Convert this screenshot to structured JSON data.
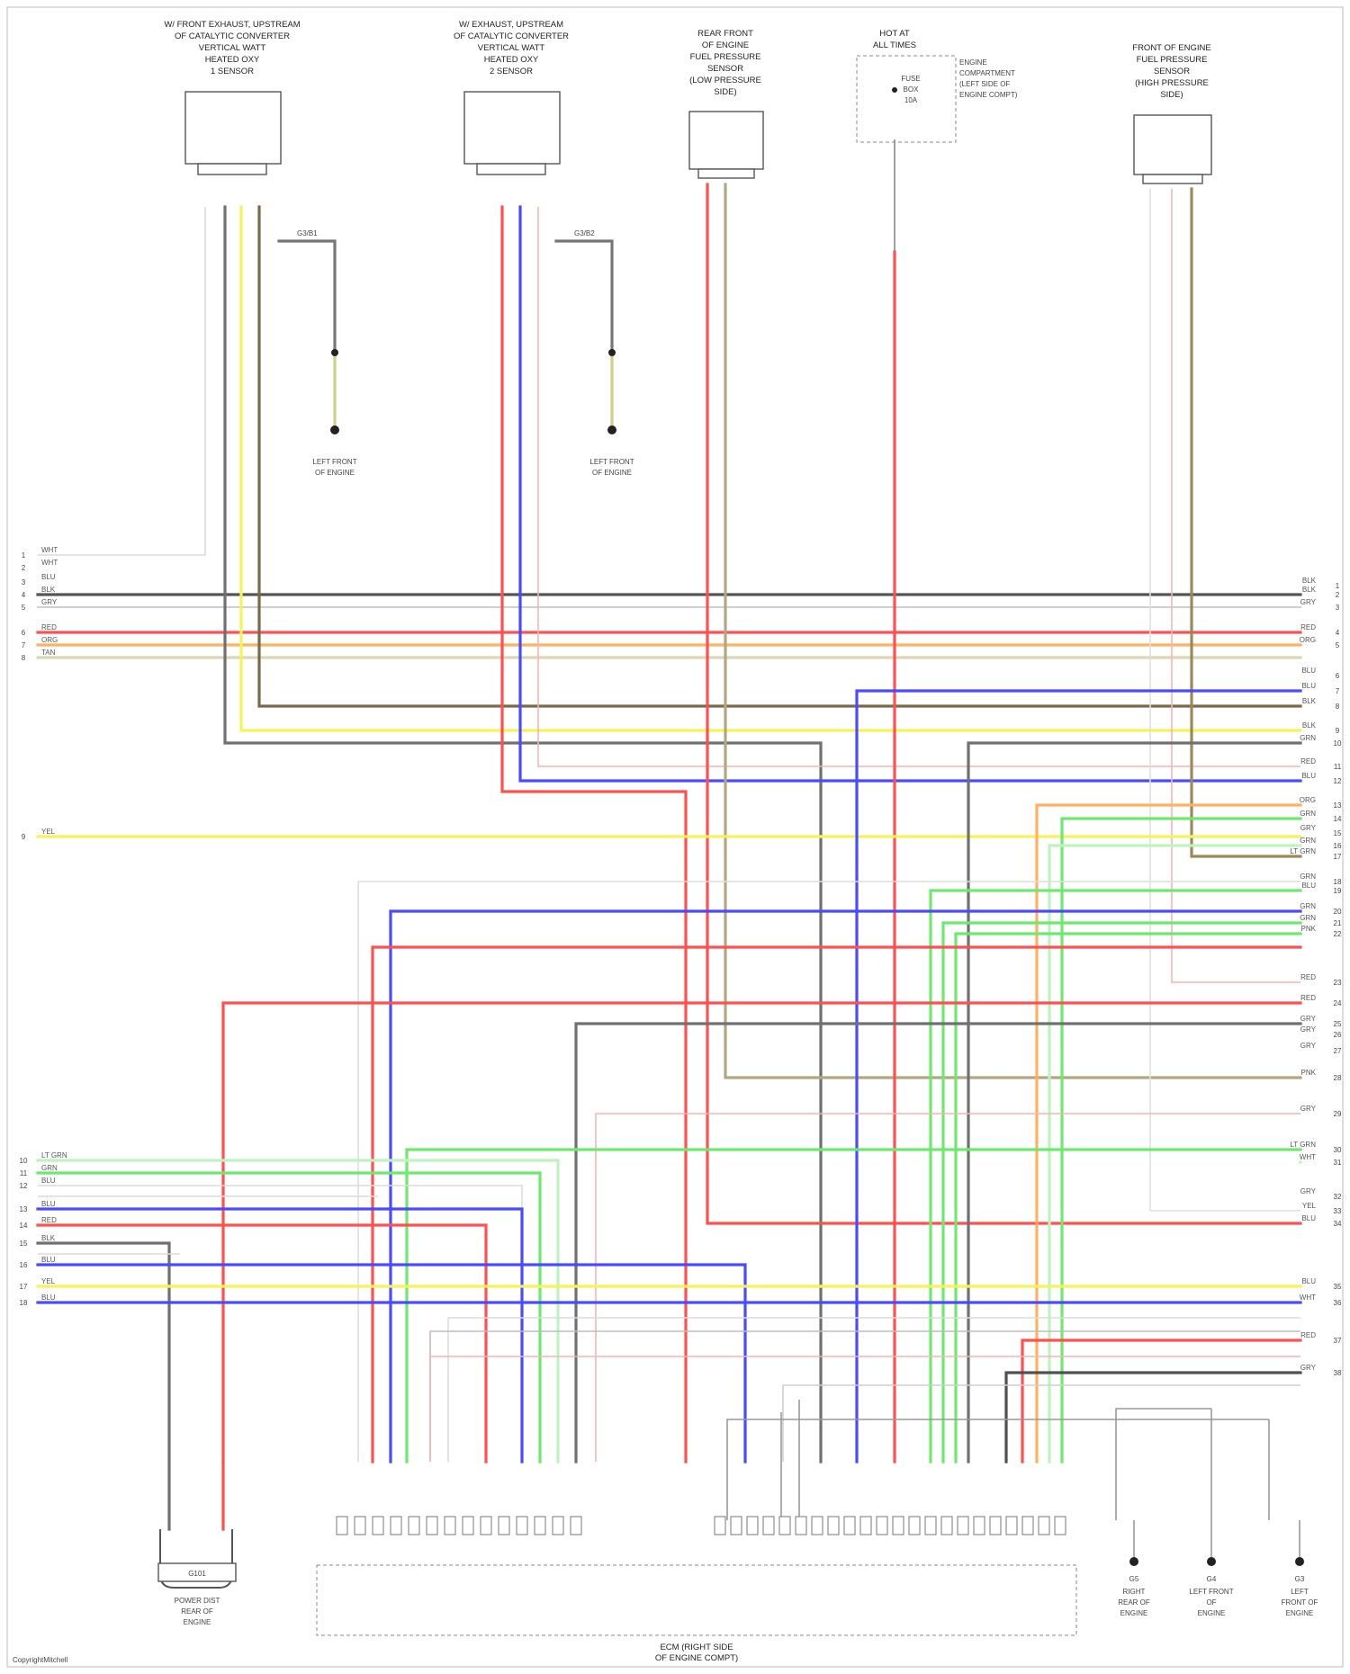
{
  "colors": {
    "red": "#ff5050",
    "pink": "#f7b4b4",
    "blue": "#4a4aff",
    "yellow": "#f6f25a",
    "green": "#6ee86e",
    "lightgreen": "#bff2bf",
    "orange": "#ffb060",
    "tan": "#c8c2a0",
    "gray": "#707070",
    "darkgray": "#505050",
    "black": "#333333",
    "white": "#dcdcdc"
  },
  "components": {
    "sensor1": {
      "title": [
        "W/ FRONT EXHAUST, UPSTREAM",
        "OF CATALYTIC CONVERTER",
        "VERTICAL WATT",
        "HEATED OXY",
        "1 SENSOR"
      ]
    },
    "sensor2": {
      "title": [
        "W/ EXHAUST, UPSTREAM",
        "OF CATALYTIC CONVERTER",
        "VERTICAL WATT",
        "HEATED OXY",
        "2 SENSOR"
      ]
    },
    "sensor3": {
      "title": [
        "REAR FRONT",
        "OF ENGINE",
        "FUEL PRESSURE",
        "SENSOR",
        "(LOW PRESSURE",
        "SIDE)"
      ]
    },
    "fuse": {
      "title": [
        "HOT AT",
        "ALL TIMES"
      ],
      "inner": [
        "FUSE",
        "BOX",
        "10A"
      ],
      "note": [
        "ENGINE",
        "COMPARTMENT",
        "(LEFT SIDE OF",
        "ENGINE COMPT)"
      ]
    },
    "sensor4": {
      "title": [
        "FRONT OF ENGINE",
        "FUEL PRESSURE",
        "SENSOR",
        "(HIGH PRESSURE",
        "SIDE)"
      ]
    },
    "ground1": {
      "label": "G3/B1",
      "dest": [
        "LEFT FRONT",
        "OF ENGINE"
      ]
    },
    "ground2": {
      "label": "G3/B2",
      "dest": [
        "LEFT FRONT",
        "OF ENGINE"
      ]
    },
    "ground_bottom": {
      "label": "G101",
      "dest": [
        "POWER DIST",
        "REAR OF",
        "ENGINE"
      ]
    },
    "ecm": {
      "title": [
        "ECM (RIGHT SIDE",
        "OF ENGINE COMPT)"
      ]
    },
    "bottom_grounds": [
      {
        "code": "G5",
        "dest": [
          "RIGHT",
          "REAR OF",
          "ENGINE"
        ]
      },
      {
        "code": "G4",
        "dest": [
          "LEFT FRONT",
          "OF",
          "ENGINE"
        ]
      },
      {
        "code": "G3",
        "dest": [
          "LEFT",
          "FRONT OF",
          "ENGINE"
        ]
      }
    ]
  },
  "left_wires": [
    {
      "pin": "1",
      "label": "WHT"
    },
    {
      "pin": "2",
      "label": "WHT"
    },
    {
      "pin": "3",
      "label": "BLU"
    },
    {
      "pin": "4",
      "label": "BLK"
    },
    {
      "pin": "5",
      "label": "GRY"
    },
    {
      "pin": "6",
      "label": "RED"
    },
    {
      "pin": "7",
      "label": "ORG"
    },
    {
      "pin": "8",
      "label": "TAN"
    },
    {
      "pin": "9",
      "label": "YEL"
    },
    {
      "pin": "10",
      "label": "LT GRN"
    },
    {
      "pin": "11",
      "label": "GRN"
    },
    {
      "pin": "12",
      "label": "BLU"
    },
    {
      "pin": "13",
      "label": "BLU"
    },
    {
      "pin": "14",
      "label": "RED"
    },
    {
      "pin": "15",
      "label": "BLK"
    },
    {
      "pin": "16",
      "label": "BLU"
    },
    {
      "pin": "17",
      "label": "YEL"
    },
    {
      "pin": "18",
      "label": "BLU"
    }
  ],
  "right_wires": [
    {
      "pin": "1",
      "label": "BLK"
    },
    {
      "pin": "2",
      "label": "BLK"
    },
    {
      "pin": "3",
      "label": "GRY"
    },
    {
      "pin": "4",
      "label": "RED"
    },
    {
      "pin": "5",
      "label": "ORG"
    },
    {
      "pin": "6",
      "label": "BLU"
    },
    {
      "pin": "7",
      "label": "BLU"
    },
    {
      "pin": "8",
      "label": "BLK"
    },
    {
      "pin": "9",
      "label": "BLK"
    },
    {
      "pin": "10",
      "label": "GRN"
    },
    {
      "pin": "11",
      "label": "RED"
    },
    {
      "pin": "12",
      "label": "BLU"
    },
    {
      "pin": "13",
      "label": "ORG"
    },
    {
      "pin": "14",
      "label": "GRN"
    },
    {
      "pin": "15",
      "label": "GRY"
    },
    {
      "pin": "16",
      "label": "GRN"
    },
    {
      "pin": "17",
      "label": "LT GRN"
    },
    {
      "pin": "18",
      "label": "GRN"
    },
    {
      "pin": "19",
      "label": "BLU"
    },
    {
      "pin": "20",
      "label": "GRN"
    },
    {
      "pin": "21",
      "label": "GRN"
    },
    {
      "pin": "22",
      "label": "PNK"
    },
    {
      "pin": "23",
      "label": "RED"
    },
    {
      "pin": "24",
      "label": "RED"
    },
    {
      "pin": "25",
      "label": "GRY"
    },
    {
      "pin": "26",
      "label": "GRY"
    },
    {
      "pin": "27",
      "label": "GRY"
    },
    {
      "pin": "28",
      "label": "PNK"
    },
    {
      "pin": "29",
      "label": "GRY"
    },
    {
      "pin": "30",
      "label": "LT GRN"
    },
    {
      "pin": "31",
      "label": "WHT"
    },
    {
      "pin": "32",
      "label": "GRY"
    },
    {
      "pin": "33",
      "label": "YEL"
    },
    {
      "pin": "34",
      "label": "BLU"
    },
    {
      "pin": "35",
      "label": "BLU"
    },
    {
      "pin": "36",
      "label": "WHT"
    },
    {
      "pin": "37",
      "label": "RED"
    },
    {
      "pin": "38",
      "label": "GRY"
    }
  ],
  "footer": {
    "credit": "CopyrightMitchell"
  }
}
